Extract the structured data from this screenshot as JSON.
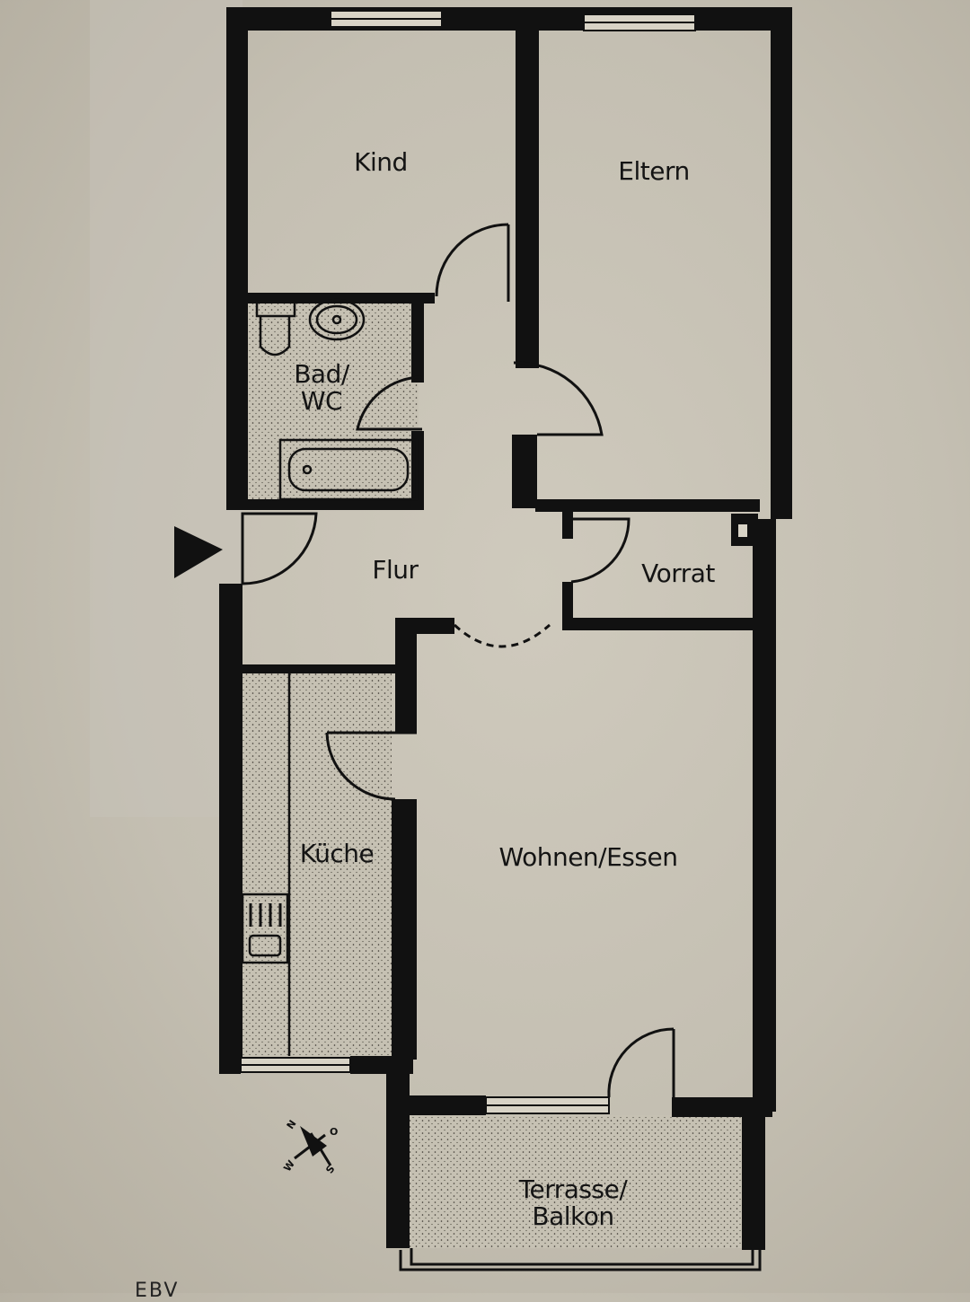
{
  "floor_plan": {
    "title": "",
    "colors": {
      "paper": "#c9c4b7",
      "wall": "#111111",
      "stipple_area": "#bdb7a8"
    },
    "entrance_marker": "entrance-arrow",
    "rooms": [
      {
        "id": "kind",
        "label": "Kind"
      },
      {
        "id": "eltern",
        "label": "Eltern"
      },
      {
        "id": "bad",
        "label_line1": "Bad/",
        "label_line2": "WC"
      },
      {
        "id": "flur",
        "label": "Flur"
      },
      {
        "id": "vorrat",
        "label": "Vorrat"
      },
      {
        "id": "kueche",
        "label": "Küche"
      },
      {
        "id": "wohnen",
        "label": "Wohnen/Essen"
      },
      {
        "id": "terrasse",
        "label_line1": "Terrasse/",
        "label_line2": "Balkon"
      }
    ],
    "compass": {
      "north": "N",
      "east": "O",
      "south": "S",
      "west": "W"
    },
    "footer_partial": "EBV"
  }
}
